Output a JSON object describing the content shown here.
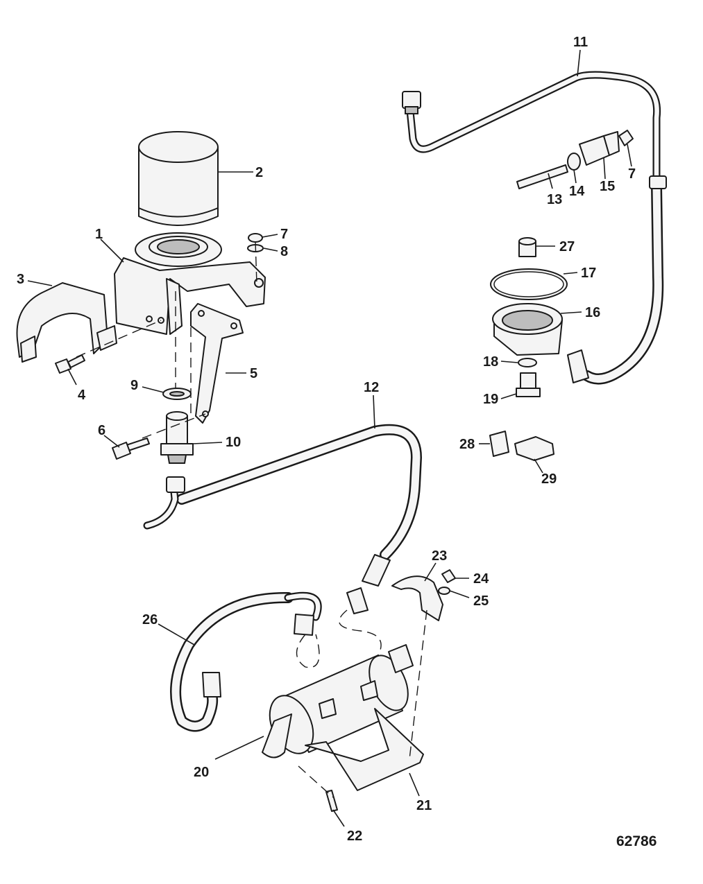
{
  "figure_number": "62786",
  "callouts": {
    "c1": "1",
    "c2": "2",
    "c3": "3",
    "c4": "4",
    "c5": "5",
    "c6": "6",
    "c7a": "7",
    "c7b": "7",
    "c8": "8",
    "c9": "9",
    "c10": "10",
    "c11": "11",
    "c12": "12",
    "c13": "13",
    "c14": "14",
    "c15": "15",
    "c16": "16",
    "c17": "17",
    "c18": "18",
    "c19": "19",
    "c20": "20",
    "c21": "21",
    "c22": "22",
    "c23": "23",
    "c24": "24",
    "c25": "25",
    "c26": "26",
    "c27": "27",
    "c28": "28",
    "c29": "29"
  }
}
